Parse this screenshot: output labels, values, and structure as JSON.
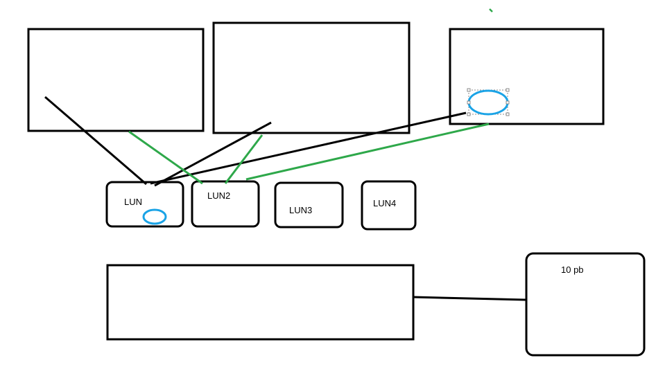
{
  "colors": {
    "stroke": "#000000",
    "green_link": "#2ea84a",
    "blue_marker": "#1aa3e6",
    "background": "#ffffff"
  },
  "labels": {
    "lun1": "LUN",
    "lun2": "LUN2",
    "lun3": "LUN3",
    "lun4": "LUN4",
    "storage_capacity": "10 pb"
  }
}
